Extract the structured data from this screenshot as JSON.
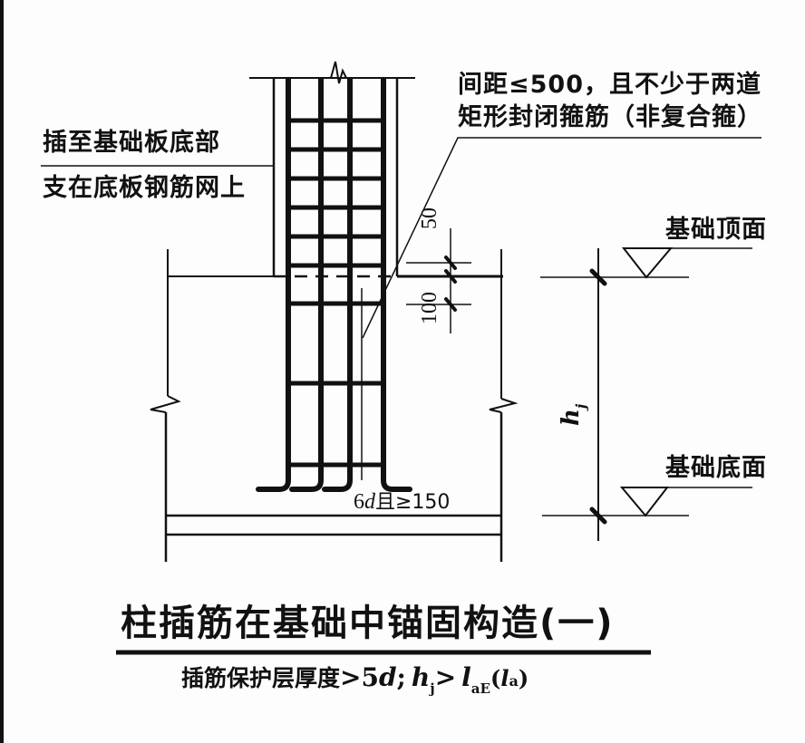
{
  "diagram": {
    "title": "柱插筋在基础中锚固构造(一)",
    "subtitle": {
      "prefix": "插筋保护层厚度",
      "gt1": ">",
      "cover_value": "5",
      "d_symbol": "d",
      "separator": ";",
      "h_symbol": "h",
      "h_subscript": "j",
      "gt2": ">",
      "l_symbol": "l",
      "l_subscript": "aE",
      "paren_open": "(",
      "la_symbol": "l",
      "la_subscript": "a",
      "paren_close": ")"
    },
    "left_note": {
      "line1": "插至基础板底部",
      "line2": "支在底板钢筋网上"
    },
    "stirrup_note": {
      "line1": "间距≤500，且不少于两道",
      "line2": "矩形封闭箍筋（非复合箍）"
    },
    "dimensions": {
      "top_offset": "50",
      "second_offset": "100",
      "hook_length": {
        "prefix": "6",
        "d_symbol": "d",
        "text": "且≥150"
      }
    },
    "elevation_marks": {
      "top_label": "基础顶面",
      "bottom_label": "基础底面",
      "height_symbol": "h",
      "height_subscript": "j"
    }
  },
  "colors": {
    "line": "#111111",
    "background": "#fdfdfd"
  }
}
